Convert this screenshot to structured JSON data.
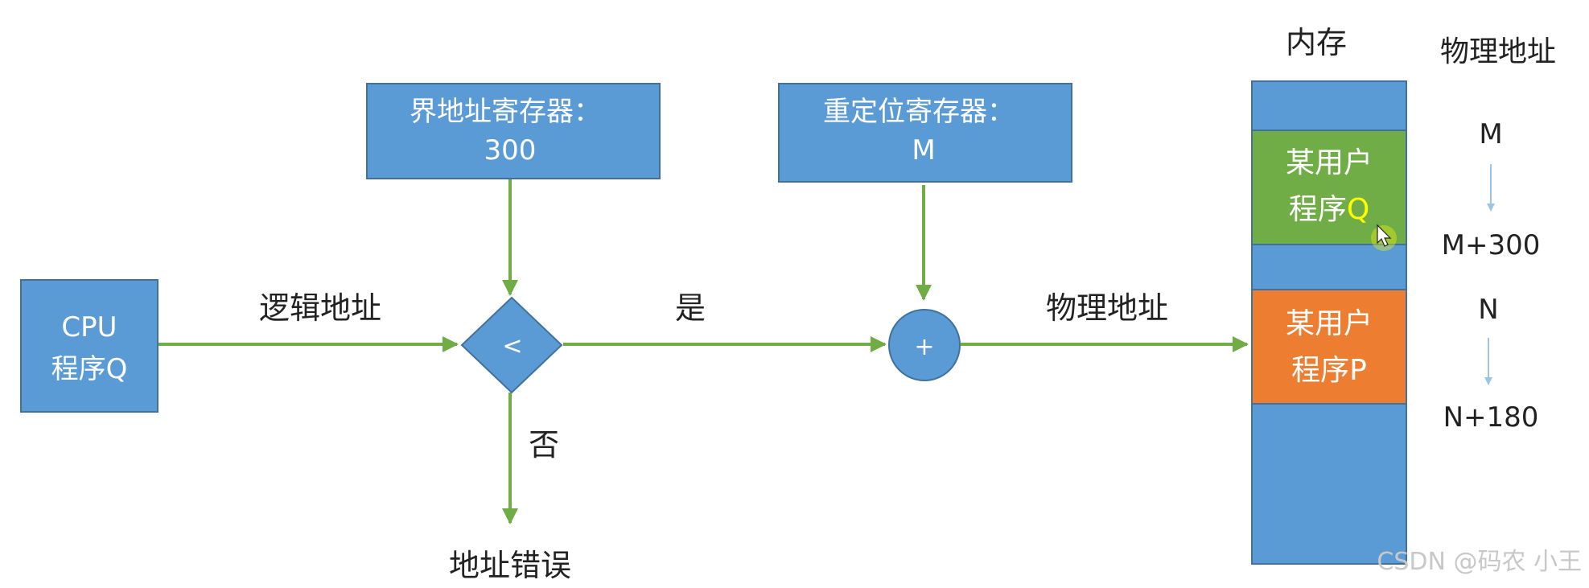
{
  "boxes": {
    "cpu": {
      "line1": "CPU",
      "line2": "程序Q"
    },
    "limit_register": {
      "line1": "界地址寄存器：",
      "line2": "300"
    },
    "relocation_register": {
      "line1": "重定位寄存器：",
      "line2": "M"
    },
    "comparator_symbol": "<",
    "adder_symbol": "+"
  },
  "edges": {
    "logical_address": "逻辑地址",
    "yes": "是",
    "no": "否",
    "physical_address": "物理地址"
  },
  "address_error": "地址错误",
  "memory": {
    "title": "内存",
    "program_q": {
      "line1": "某用户",
      "line2": "程序",
      "suffix": "Q"
    },
    "program_p": {
      "line1": "某用户",
      "line2": "程序P"
    }
  },
  "physical_addresses": {
    "title": "物理地址",
    "q_start": "M",
    "q_end": "M+300",
    "p_start": "N",
    "p_end": "N+180"
  },
  "watermark": "CSDN @码农 小王",
  "colors": {
    "box_blue": "#5b9bd5",
    "box_border": "#41719c",
    "arrow_green": "#70ad47",
    "program_green": "#70ad47",
    "program_orange": "#ed7d31",
    "highlight_yellow": "#ffff00",
    "thin_arrow": "#9dc3e6"
  }
}
